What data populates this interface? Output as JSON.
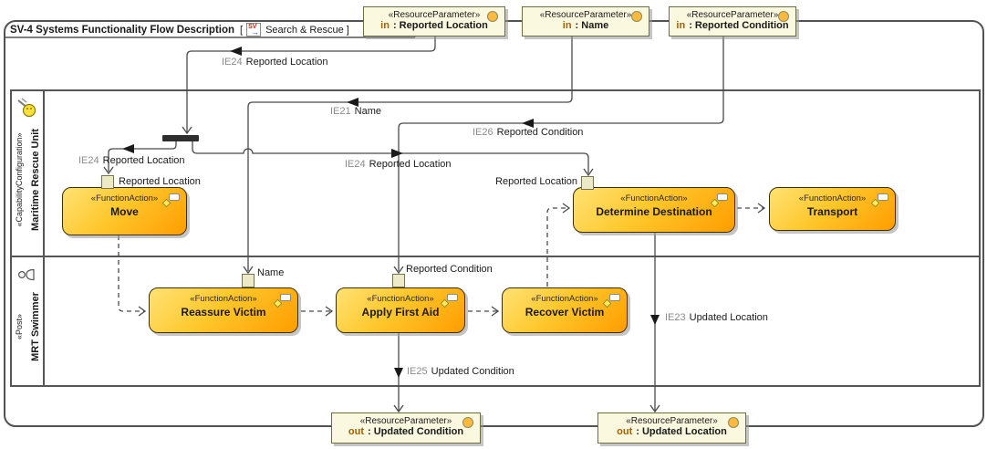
{
  "title": {
    "name": "SV-4 Systems Functionality Flow Description",
    "bracket_open": "[",
    "context": "Search & Rescue",
    "bracket_close": "]",
    "icon_label": "SV",
    "icon_arrow": "→"
  },
  "lanes": [
    {
      "stereotype": "«CapabilityConfiguration»",
      "name": "Maritime Rescue Unit"
    },
    {
      "stereotype": "«Post»",
      "name": "MRT Swimmer"
    }
  ],
  "params_top": [
    {
      "stereotype": "«ResourceParameter»",
      "direction": "in",
      "name": ": Reported Location"
    },
    {
      "stereotype": "«ResourceParameter»",
      "direction": "in",
      "name": ": Name"
    },
    {
      "stereotype": "«ResourceParameter»",
      "direction": "in",
      "name": ": Reported Condition"
    }
  ],
  "params_bottom": [
    {
      "stereotype": "«ResourceParameter»",
      "direction": "out",
      "name": ": Updated Condition"
    },
    {
      "stereotype": "«ResourceParameter»",
      "direction": "out",
      "name": ": Updated Location"
    }
  ],
  "actions": [
    {
      "stereotype": "«FunctionAction»",
      "name": "Move",
      "pin_label": "Reported Location"
    },
    {
      "stereotype": "«FunctionAction»",
      "name": "Determine Destination",
      "pin_label": "Reported Location"
    },
    {
      "stereotype": "«FunctionAction»",
      "name": "Transport"
    },
    {
      "stereotype": "«FunctionAction»",
      "name": "Reassure Victim",
      "pin_label": "Name"
    },
    {
      "stereotype": "«FunctionAction»",
      "name": "Apply First Aid",
      "pin_label": "Reported Condition"
    },
    {
      "stereotype": "«FunctionAction»",
      "name": "Recover Victim"
    }
  ],
  "flow_labels": [
    {
      "prefix": "IE24",
      "text": "Reported Location"
    },
    {
      "prefix": "IE24",
      "text": "Reported Location"
    },
    {
      "prefix": "IE24",
      "text": "Reported Location"
    },
    {
      "prefix": "IE21",
      "text": "Name"
    },
    {
      "prefix": "IE26",
      "text": "Reported Condition"
    },
    {
      "prefix": "IE25",
      "text": "Updated Condition"
    },
    {
      "prefix": "IE23",
      "text": "Updated Location"
    }
  ],
  "colors": {
    "action_gradient_top": "#FFE273",
    "action_gradient_bottom": "#FF9D00",
    "param_bg": "#FBF8E0",
    "direction_keyword": "#A65F00",
    "ie_prefix": "#8C8C8C",
    "line": "#4A4A4A"
  }
}
